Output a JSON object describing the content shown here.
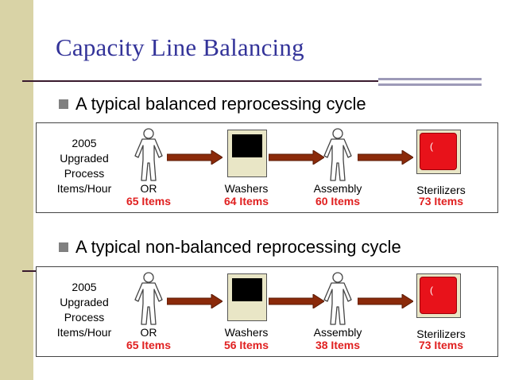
{
  "slide": {
    "title": "Capacity Line Balancing",
    "bullets": [
      "A typical balanced reprocessing cycle",
      "A typical non-balanced reprocessing cycle"
    ]
  },
  "side_label": [
    "2005",
    "Upgraded",
    "Process",
    "Items/Hour"
  ],
  "stages": [
    "OR",
    "Washers",
    "Assembly",
    "Sterilizers"
  ],
  "cycles": [
    {
      "counts": [
        "65 Items",
        "64 Items",
        "60 Items",
        "73 Items"
      ]
    },
    {
      "counts": [
        "65 Items",
        "56 Items",
        "38 Items",
        "73 Items"
      ]
    }
  ],
  "colors": {
    "title": "#333399",
    "counts": "#e02020",
    "arrow": "#8b2a0a",
    "sterilizer": "#e8121a",
    "sidebar": "#d9d3a6"
  },
  "icons": [
    "person-icon",
    "washer-icon",
    "sterilizer-icon",
    "arrow-right-icon"
  ]
}
